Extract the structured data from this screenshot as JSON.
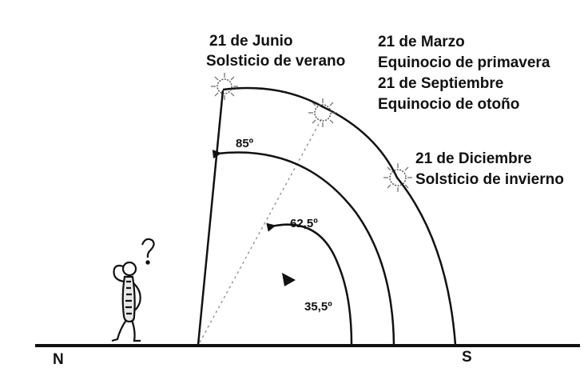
{
  "labels": {
    "june_date": "21 de Junio",
    "june_name": "Solsticio de verano",
    "march_date": "21 de Marzo",
    "march_name": "Equinocio de primavera",
    "september_date": "21 de Septiembre",
    "september_name": "Equinocio de otoño",
    "december_date": "21 de Diciembre",
    "december_name": "Solsticio de invierno"
  },
  "angles": {
    "summer": "85º",
    "equinox": "62,5º",
    "winter": "35,5º"
  },
  "compass": {
    "north": "N",
    "south": "S"
  },
  "colors": {
    "ink": "#111111",
    "dotted_path": "#9a9a9a",
    "background": "#ffffff"
  }
}
